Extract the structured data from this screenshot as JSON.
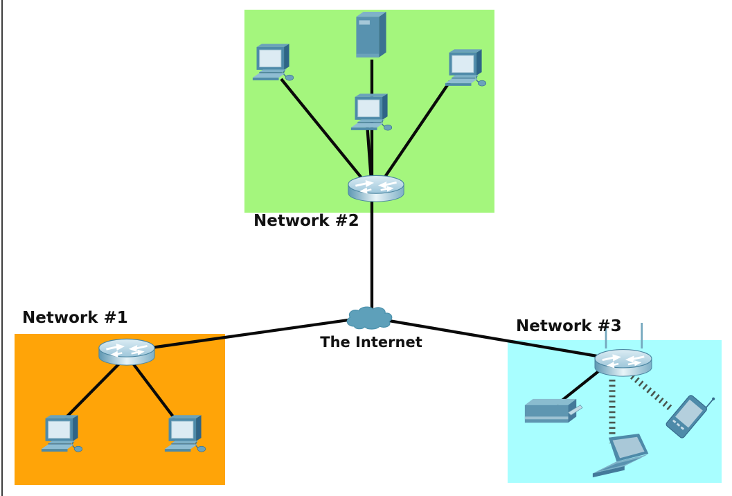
{
  "diagram": {
    "type": "network-topology",
    "internet": {
      "label": "The Internet",
      "icon": "cloud-icon",
      "color": "#5ea0ba"
    },
    "networks": [
      {
        "id": "network-1",
        "label": "Network #1",
        "region_color": "#ffa408",
        "devices": [
          "router-icon",
          "desktop-pc-icon",
          "desktop-pc-icon"
        ]
      },
      {
        "id": "network-2",
        "label": "Network #2",
        "region_color": "#a4f67d",
        "devices": [
          "server-icon",
          "desktop-pc-icon",
          "desktop-pc-icon",
          "desktop-pc-icon",
          "router-icon"
        ]
      },
      {
        "id": "network-3",
        "label": "Network #3",
        "region_color": "#a8feff",
        "devices": [
          "wireless-router-icon",
          "printer-icon",
          "laptop-icon",
          "pda-icon"
        ]
      }
    ],
    "links": [
      {
        "from": "network2-server",
        "to": "network2-router",
        "type": "wired"
      },
      {
        "from": "network2-pc-left",
        "to": "network2-router",
        "type": "wired"
      },
      {
        "from": "network2-pc-middle",
        "to": "network2-router",
        "type": "wired"
      },
      {
        "from": "network2-pc-right",
        "to": "network2-router",
        "type": "wired"
      },
      {
        "from": "network2-router",
        "to": "internet-cloud",
        "type": "wired"
      },
      {
        "from": "network1-router",
        "to": "network1-pc-left",
        "type": "wired"
      },
      {
        "from": "network1-router",
        "to": "network1-pc-right",
        "type": "wired"
      },
      {
        "from": "network1-router",
        "to": "internet-cloud",
        "type": "wired"
      },
      {
        "from": "internet-cloud",
        "to": "network3-wireless-router",
        "type": "wired"
      },
      {
        "from": "network3-wireless-router",
        "to": "network3-printer",
        "type": "wired"
      },
      {
        "from": "network3-wireless-router",
        "to": "network3-laptop",
        "type": "wireless"
      },
      {
        "from": "network3-wireless-router",
        "to": "network3-pda",
        "type": "wireless"
      }
    ],
    "colors": {
      "wired_link": "#0a0a0a",
      "wireless_link": "#4a564f",
      "device_body": "#4e8aa9",
      "label_text": "#111111",
      "background": "#ffffff"
    }
  }
}
